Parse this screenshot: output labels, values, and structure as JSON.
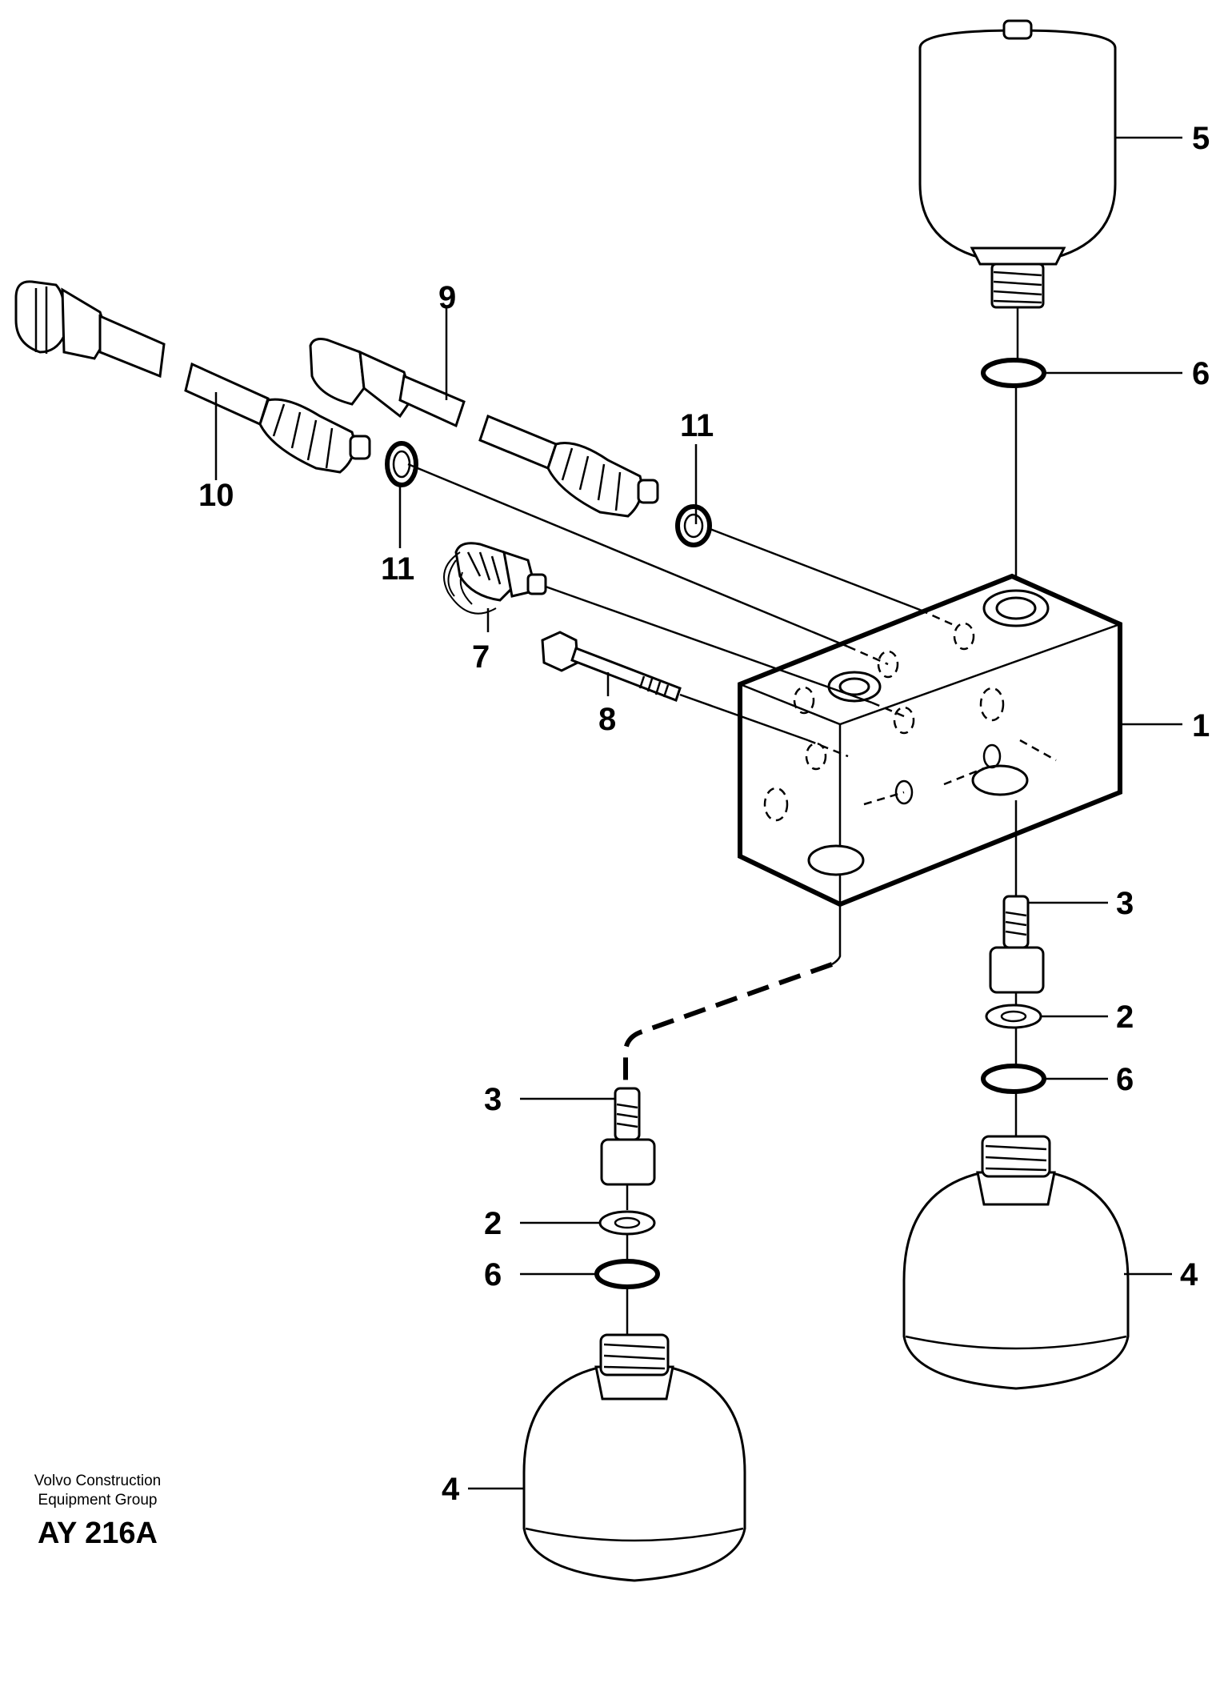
{
  "callouts": {
    "n1": "1",
    "n2a": "2",
    "n2b": "2",
    "n3a": "3",
    "n3b": "3",
    "n4a": "4",
    "n4b": "4",
    "n5": "5",
    "n6a": "6",
    "n6b": "6",
    "n6c": "6",
    "n7": "7",
    "n8": "8",
    "n9": "9",
    "n10": "10",
    "n11a": "11",
    "n11b": "11"
  },
  "credit": {
    "line1": "Volvo Construction",
    "line2": "Equipment Group",
    "code": "AY 216A"
  }
}
